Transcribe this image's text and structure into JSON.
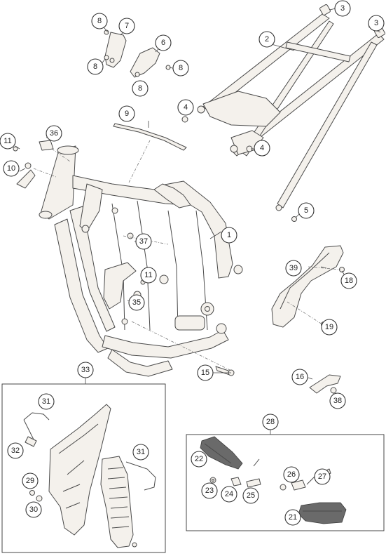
{
  "diagram": {
    "callouts": [
      {
        "id": "c1",
        "label": "1"
      },
      {
        "id": "c2",
        "label": "2"
      },
      {
        "id": "c3a",
        "label": "3"
      },
      {
        "id": "c3b",
        "label": "3"
      },
      {
        "id": "c4a",
        "label": "4"
      },
      {
        "id": "c4b",
        "label": "4"
      },
      {
        "id": "c5",
        "label": "5"
      },
      {
        "id": "c6",
        "label": "6"
      },
      {
        "id": "c7",
        "label": "7"
      },
      {
        "id": "c8a",
        "label": "8"
      },
      {
        "id": "c8b",
        "label": "8"
      },
      {
        "id": "c8c",
        "label": "8"
      },
      {
        "id": "c8d",
        "label": "8"
      },
      {
        "id": "c9",
        "label": "9"
      },
      {
        "id": "c10",
        "label": "10"
      },
      {
        "id": "c11a",
        "label": "11"
      },
      {
        "id": "c11b",
        "label": "11"
      },
      {
        "id": "c15",
        "label": "15"
      },
      {
        "id": "c16",
        "label": "16"
      },
      {
        "id": "c18",
        "label": "18"
      },
      {
        "id": "c19",
        "label": "19"
      },
      {
        "id": "c21",
        "label": "21"
      },
      {
        "id": "c22",
        "label": "22"
      },
      {
        "id": "c23",
        "label": "23"
      },
      {
        "id": "c24",
        "label": "24"
      },
      {
        "id": "c25",
        "label": "25"
      },
      {
        "id": "c26",
        "label": "26"
      },
      {
        "id": "c27",
        "label": "27"
      },
      {
        "id": "c28",
        "label": "28"
      },
      {
        "id": "c29",
        "label": "29"
      },
      {
        "id": "c30",
        "label": "30"
      },
      {
        "id": "c31a",
        "label": "31"
      },
      {
        "id": "c31b",
        "label": "31"
      },
      {
        "id": "c32",
        "label": "32"
      },
      {
        "id": "c33",
        "label": "33"
      },
      {
        "id": "c35",
        "label": "35"
      },
      {
        "id": "c36",
        "label": "36"
      },
      {
        "id": "c37",
        "label": "37"
      },
      {
        "id": "c38",
        "label": "38"
      },
      {
        "id": "c39",
        "label": "39"
      }
    ],
    "colors": {
      "line": "#4a4a4a",
      "part_fill": "#f4f1ec",
      "dark_part": "#6a6a6a",
      "background": "#ffffff"
    }
  }
}
